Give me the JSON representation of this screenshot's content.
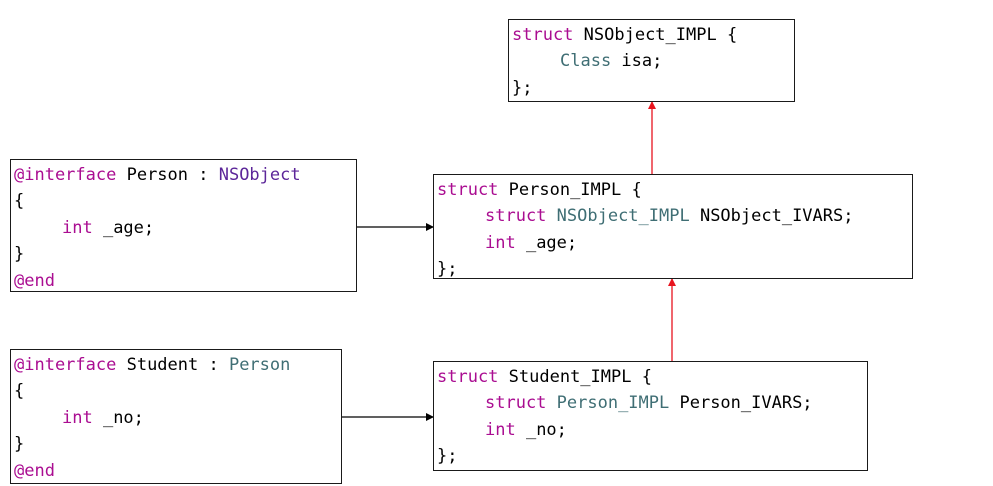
{
  "colors": {
    "keyword": "#aa0d91",
    "class_name": "#3f6e74",
    "superclass": "#5c2699",
    "text": "#000000",
    "black_arrow": "#000000",
    "red_arrow": "#e8141e"
  },
  "nsobject_impl": {
    "l1_kw": "struct",
    "l1_name": " NSObject_IMPL {",
    "l2_kw": "Class",
    "l2_rest": " isa;",
    "l3": "};"
  },
  "person_interface": {
    "l1_kw": "@interface",
    "l1_name": " Person : ",
    "l1_super": "NSObject",
    "l2": "{",
    "l3_kw": "int",
    "l3_rest": " _age;",
    "l4": "}",
    "l5_kw": "@end"
  },
  "person_impl": {
    "l1_kw": "struct",
    "l1_name": " Person_IMPL {",
    "l2_kw": "struct",
    "l2_type": " NSObject_IMPL",
    "l2_rest": " NSObject_IVARS;",
    "l3_kw": "int",
    "l3_rest": " _age;",
    "l4": "};"
  },
  "student_interface": {
    "l1_kw": "@interface",
    "l1_name": " Student : ",
    "l1_super": "Person",
    "l2": "{",
    "l3_kw": "int",
    "l3_rest": " _no;",
    "l4": "}",
    "l5_kw": "@end"
  },
  "student_impl": {
    "l1_kw": "struct",
    "l1_name": " Student_IMPL {",
    "l2_kw": "struct",
    "l2_type": " Person_IMPL",
    "l2_rest": " Person_IVARS;",
    "l3_kw": "int",
    "l3_rest": " _no;",
    "l4": "};"
  }
}
